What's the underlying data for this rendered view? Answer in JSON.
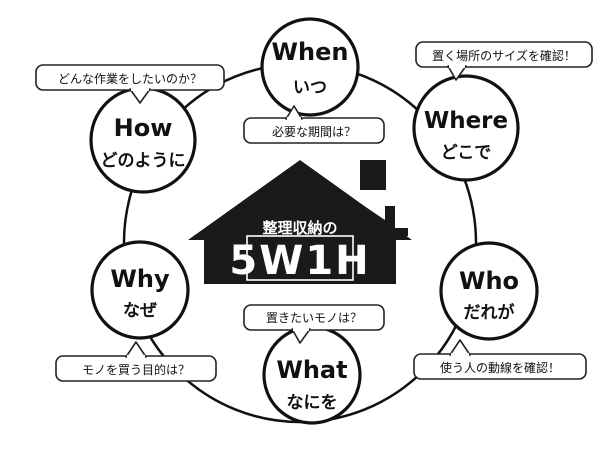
{
  "center": {
    "subtitle": "整理収納の",
    "title": "5W1H"
  },
  "nodes": {
    "when": {
      "en": "When",
      "jp": "いつ",
      "question": "必要な期間は？"
    },
    "where": {
      "en": "Where",
      "jp": "どこで",
      "question": "置く場所のサイズを確認！"
    },
    "who": {
      "en": "Who",
      "jp": "だれが",
      "question": "使う人の動線を確認！"
    },
    "what": {
      "en": "What",
      "jp": "なにを",
      "question": "置きたいモノは？"
    },
    "why": {
      "en": "Why",
      "jp": "なぜ",
      "question": "モノを買う目的は？"
    },
    "how": {
      "en": "How",
      "jp": "どのように",
      "question": "どんな作業をしたいのか？"
    }
  },
  "colors": {
    "house": "#1a1a1a",
    "line": "#111111",
    "text_on_house": "#ffffff"
  }
}
